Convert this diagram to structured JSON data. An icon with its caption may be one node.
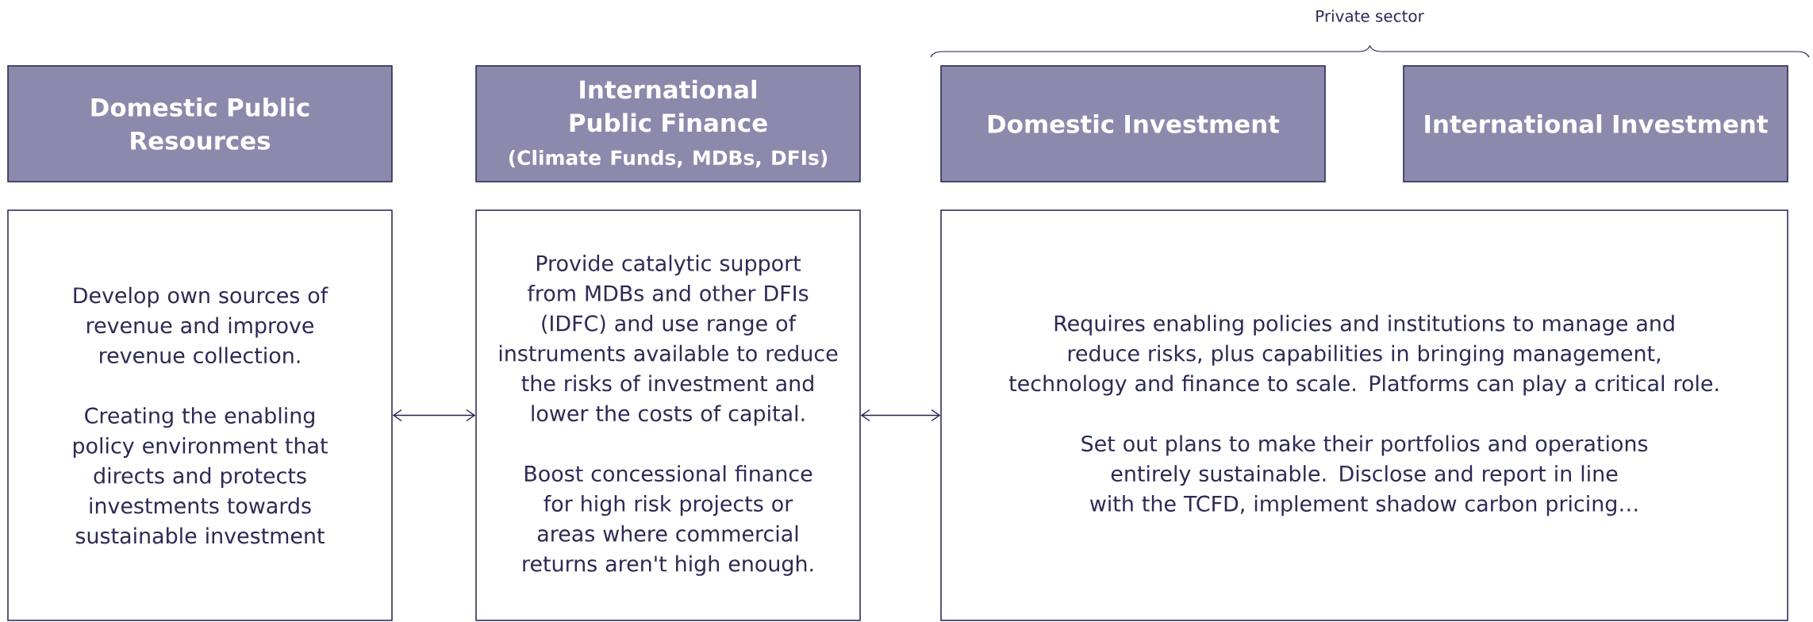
{
  "diagram": {
    "nodes": [
      {
        "text": [
          "Domestic Public Resources"
        ]
      },
      {
        "text": [
          "International Public Finance",
          "(Climate Funds, MDBs, DFIs)"
        ]
      },
      {
        "text": [
          "Domestic Investment"
        ]
      },
      {
        "text": [
          "International Investment"
        ]
      },
      {
        "text": [
          "Develop own sources of revenue and improve revenue collection.",
          "Creating the enabling policy environment that directs and protects investments towards sustainable investment"
        ]
      },
      {
        "text": [
          "Provide catalytic support from MDBs and other DFIs (IDFC) and use range of instruments available to reduce the risks of investment and lower the costs of capital.",
          "Boost concessional finance for high risk projects or areas where commercial returns aren't high enough."
        ]
      },
      {
        "text": [
          "Requires enabling policies and institutions to manage and reduce risks, plus capabilities in bringing management, technology and finance to scale. Platforms can play a critical role.",
          "Set out plans to make their portfolios and operations entirely sustainable. Disclose and report in line with the TCFD, implement shadow carbon pricing…"
        ]
      }
    ],
    "edges": [
      {
        "from": 4,
        "to": 5,
        "arrow": "both"
      },
      {
        "from": 5,
        "to": 6,
        "arrow": "both"
      }
    ],
    "labels": [
      "Private sector"
    ]
  }
}
